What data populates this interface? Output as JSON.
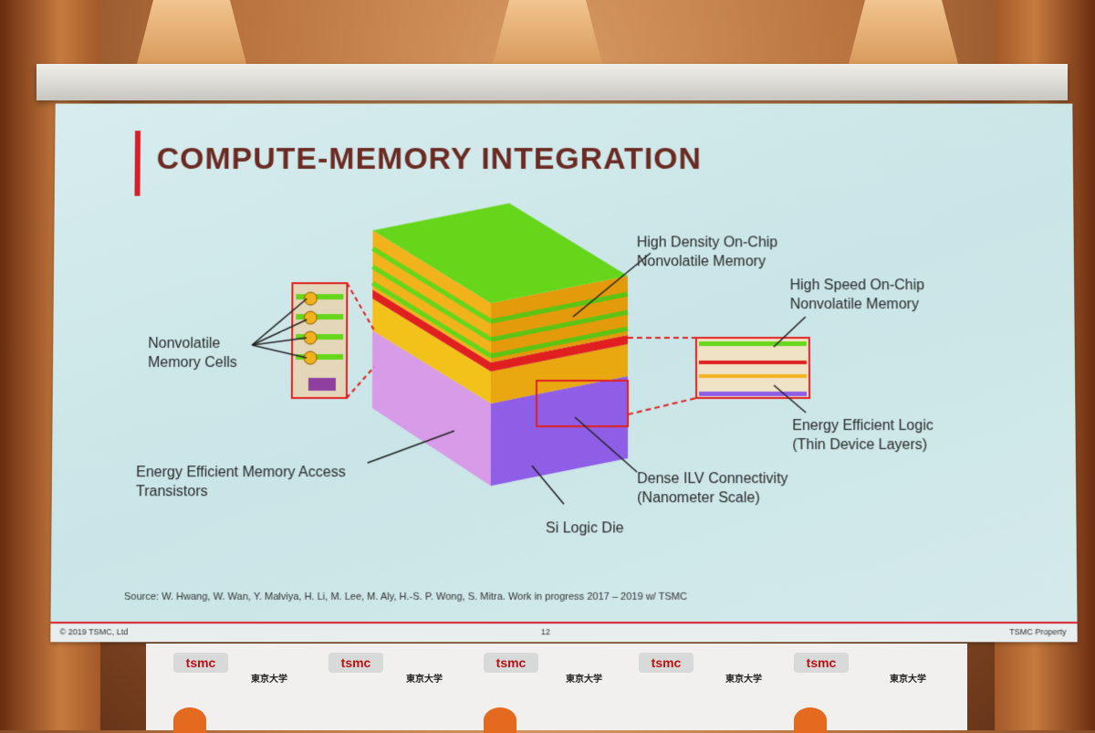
{
  "slide": {
    "title": "COMPUTE-MEMORY INTEGRATION",
    "labels": {
      "high_density_line1": "High Density On-Chip",
      "high_density_line2": "Nonvolatile Memory",
      "high_speed_line1": "High Speed On-Chip",
      "high_speed_line2": "Nonvolatile Memory",
      "nonvolatile_cells_line1": "Nonvolatile",
      "nonvolatile_cells_line2": "Memory Cells",
      "energy_logic_line1": "Energy Efficient Logic",
      "energy_logic_line2": "(Thin Device Layers)",
      "energy_access_line1": "Energy Efficient Memory Access",
      "energy_access_line2": "Transistors",
      "dense_ilv_line1": "Dense ILV Connectivity",
      "dense_ilv_line2": "(Nanometer Scale)",
      "si_logic": "Si Logic Die"
    },
    "source": "Source: W. Hwang, W. Wan, Y. Malviya, H. Li, M. Lee, M. Aly, H.-S. P. Wong, S. Mitra. Work in progress 2017 – 2019 w/ TSMC",
    "footer": {
      "copyright": "© 2019 TSMC, Ltd",
      "page": "12",
      "property": "TSMC Property"
    }
  },
  "banner": {
    "logo_text": "tsmc",
    "university": "東京大学"
  },
  "colors": {
    "title": "#6b2a22",
    "accent_red": "#d81e2b",
    "memory_green": "#66d61a",
    "logic_purple": "#8f5ee6",
    "die_pink": "#d79be8",
    "pillar_orange": "#f2b21b"
  }
}
